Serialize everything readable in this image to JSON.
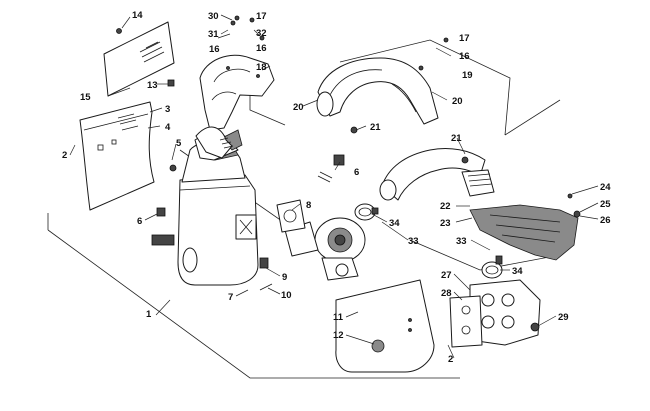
{
  "diagram": {
    "callouts": [
      {
        "id": "c1",
        "label": "1"
      },
      {
        "id": "c2a",
        "label": "2"
      },
      {
        "id": "c2b",
        "label": "2"
      },
      {
        "id": "c3",
        "label": "3"
      },
      {
        "id": "c4",
        "label": "4"
      },
      {
        "id": "c5",
        "label": "5"
      },
      {
        "id": "c6a",
        "label": "6"
      },
      {
        "id": "c6b",
        "label": "6"
      },
      {
        "id": "c7",
        "label": "7"
      },
      {
        "id": "c8",
        "label": "8"
      },
      {
        "id": "c9",
        "label": "9"
      },
      {
        "id": "c10",
        "label": "10"
      },
      {
        "id": "c11",
        "label": "11"
      },
      {
        "id": "c12",
        "label": "12"
      },
      {
        "id": "c13",
        "label": "13"
      },
      {
        "id": "c14",
        "label": "14"
      },
      {
        "id": "c15",
        "label": "15"
      },
      {
        "id": "c16a",
        "label": "16"
      },
      {
        "id": "c16b",
        "label": "16"
      },
      {
        "id": "c16c",
        "label": "16"
      },
      {
        "id": "c17a",
        "label": "17"
      },
      {
        "id": "c17b",
        "label": "17"
      },
      {
        "id": "c18",
        "label": "18"
      },
      {
        "id": "c19",
        "label": "19"
      },
      {
        "id": "c20a",
        "label": "20"
      },
      {
        "id": "c20b",
        "label": "20"
      },
      {
        "id": "c21a",
        "label": "21"
      },
      {
        "id": "c21b",
        "label": "21"
      },
      {
        "id": "c22",
        "label": "22"
      },
      {
        "id": "c23",
        "label": "23"
      },
      {
        "id": "c24",
        "label": "24"
      },
      {
        "id": "c25",
        "label": "25"
      },
      {
        "id": "c26",
        "label": "26"
      },
      {
        "id": "c27",
        "label": "27"
      },
      {
        "id": "c28",
        "label": "28"
      },
      {
        "id": "c29",
        "label": "29"
      },
      {
        "id": "c30",
        "label": "30"
      },
      {
        "id": "c31",
        "label": "31"
      },
      {
        "id": "c32",
        "label": "32"
      },
      {
        "id": "c33a",
        "label": "33"
      },
      {
        "id": "c33b",
        "label": "33"
      },
      {
        "id": "c34a",
        "label": "34"
      },
      {
        "id": "c34b",
        "label": "34"
      }
    ]
  }
}
